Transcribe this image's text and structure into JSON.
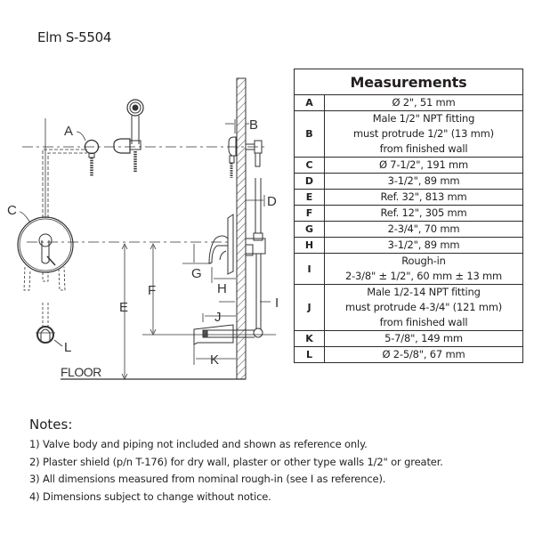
{
  "title": "Elm S-5504",
  "diagram": {
    "labels": {
      "A": "A",
      "B": "B",
      "C": "C",
      "D": "D",
      "E": "E",
      "F": "F",
      "G": "G",
      "H": "H",
      "I": "I",
      "J": "J",
      "K": "K",
      "L": "L",
      "floor": "FLOOR"
    }
  },
  "measurements": {
    "header": "Measurements",
    "rows": [
      {
        "key": "A",
        "lines": [
          "Ø 2\", 51 mm"
        ]
      },
      {
        "key": "B",
        "lines": [
          "Male 1/2\" NPT fitting",
          "must protrude 1/2\" (13 mm)",
          "from finished wall"
        ]
      },
      {
        "key": "C",
        "lines": [
          "Ø 7-1/2\", 191 mm"
        ]
      },
      {
        "key": "D",
        "lines": [
          "3-1/2\", 89 mm"
        ]
      },
      {
        "key": "E",
        "lines": [
          "Ref. 32\", 813 mm"
        ]
      },
      {
        "key": "F",
        "lines": [
          "Ref. 12\", 305 mm"
        ]
      },
      {
        "key": "G",
        "lines": [
          "2-3/4\", 70 mm"
        ]
      },
      {
        "key": "H",
        "lines": [
          "3-1/2\", 89 mm"
        ]
      },
      {
        "key": "I",
        "lines": [
          "Rough-in",
          "2-3/8\" ± 1/2\", 60 mm ± 13 mm"
        ]
      },
      {
        "key": "J",
        "lines": [
          "Male 1/2-14 NPT fitting",
          "must protrude 4-3/4\" (121 mm)",
          "from finished wall"
        ]
      },
      {
        "key": "K",
        "lines": [
          "5-7/8\", 149 mm"
        ]
      },
      {
        "key": "L",
        "lines": [
          "Ø 2-5/8\", 67 mm"
        ]
      }
    ]
  },
  "notes": {
    "title": "Notes:",
    "items": [
      "1)  Valve body and piping not included and shown as reference only.",
      "2)  Plaster shield (p/n T-176) for dry wall, plaster or other type walls 1/2\" or greater.",
      "3)  All dimensions measured from nominal rough-in (see I as reference).",
      "4)  Dimensions subject to change without notice."
    ]
  },
  "colors": {
    "line": "#333333",
    "text": "#231f20"
  }
}
